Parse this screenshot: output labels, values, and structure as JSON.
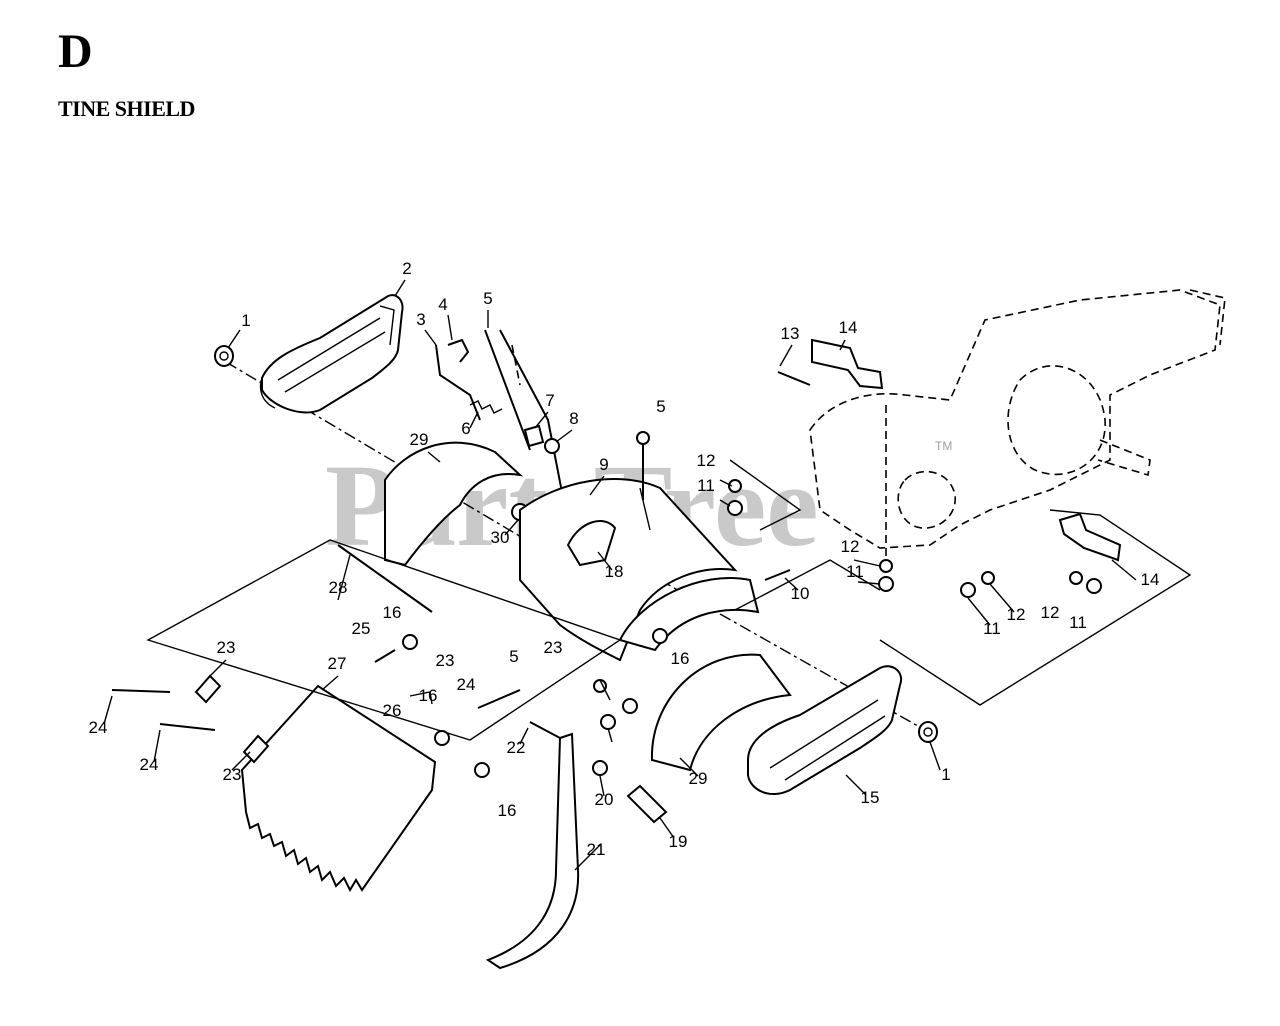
{
  "section": {
    "letter": "D",
    "title": "TINE SHIELD"
  },
  "watermark": {
    "text": "PartsTree",
    "trademark": "TM"
  },
  "callouts": [
    "1",
    "2",
    "3",
    "4",
    "5",
    "5",
    "5",
    "6",
    "7",
    "8",
    "9",
    "10",
    "11",
    "11",
    "11",
    "11",
    "12",
    "12",
    "12",
    "12",
    "13",
    "14",
    "14",
    "15",
    "16",
    "16",
    "16",
    "16",
    "18",
    "19",
    "20",
    "21",
    "22",
    "23",
    "23",
    "23",
    "23",
    "24",
    "24",
    "24",
    "25",
    "26",
    "27",
    "28",
    "29",
    "29",
    "30",
    "1"
  ],
  "colors": {
    "line": "#000000",
    "watermark": "#9e9e9e",
    "background": "#ffffff"
  }
}
